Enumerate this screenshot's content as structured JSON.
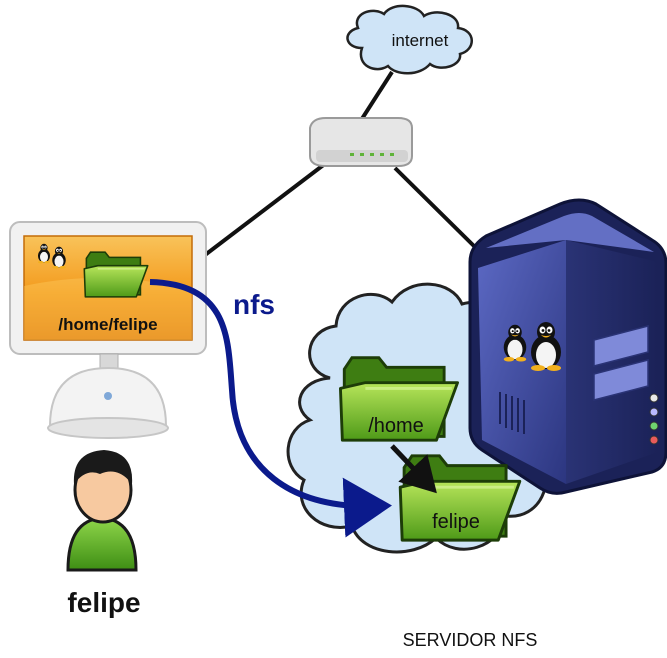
{
  "labels": {
    "internet": "internet",
    "protocol": "nfs",
    "client_path": "/home/felipe",
    "server_dir_home": "/home",
    "server_dir_user": "felipe",
    "user_name": "felipe",
    "server_caption": "SERVIDOR NFS"
  },
  "colors": {
    "nfs_arrow": "#0b1a8c",
    "folder_green": "#6fbf2a",
    "server_blue": "#3d4a9c",
    "cloud_blue": "#cfe4f7",
    "screen_orange": "#f39a1c"
  },
  "icons": [
    "cloud-icon",
    "router-icon",
    "monitor-icon",
    "tux-icon",
    "folder-icon",
    "server-tower-icon",
    "user-icon"
  ]
}
